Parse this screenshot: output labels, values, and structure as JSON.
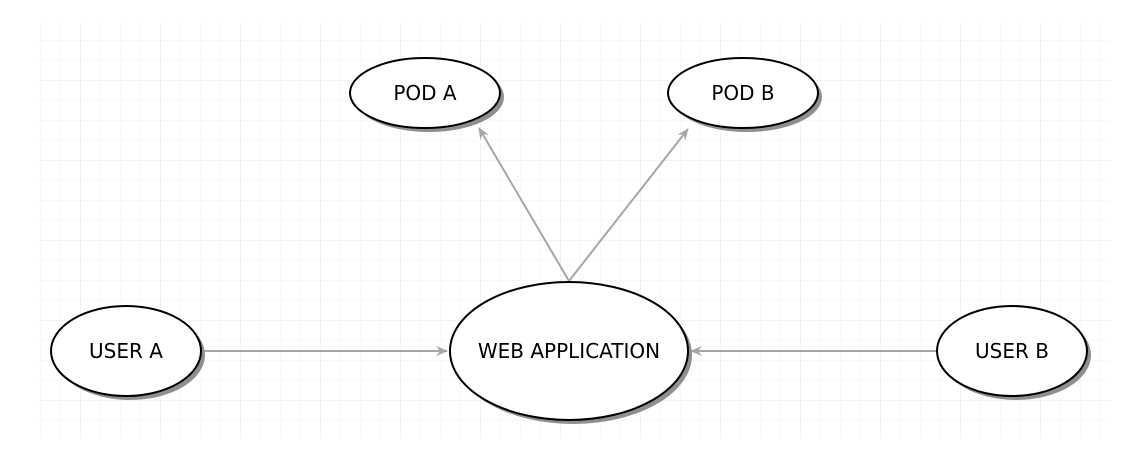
{
  "diagram": {
    "nodes": [
      {
        "id": "pod-a",
        "label": "POD A"
      },
      {
        "id": "pod-b",
        "label": "POD B"
      },
      {
        "id": "web-application",
        "label": "WEB APPLICATION"
      },
      {
        "id": "user-a",
        "label": "USER A"
      },
      {
        "id": "user-b",
        "label": "USER B"
      }
    ],
    "edges": [
      {
        "from": "user-a",
        "to": "web-application"
      },
      {
        "from": "user-b",
        "to": "web-application"
      },
      {
        "from": "web-application",
        "to": "pod-a"
      },
      {
        "from": "web-application",
        "to": "pod-b"
      }
    ],
    "colors": {
      "grid": "#e6e6e6",
      "edge": "#a6a6a6",
      "node_fill": "#ffffff",
      "node_stroke": "#000000",
      "shadow": "#8f8f8f"
    },
    "grid": true
  }
}
